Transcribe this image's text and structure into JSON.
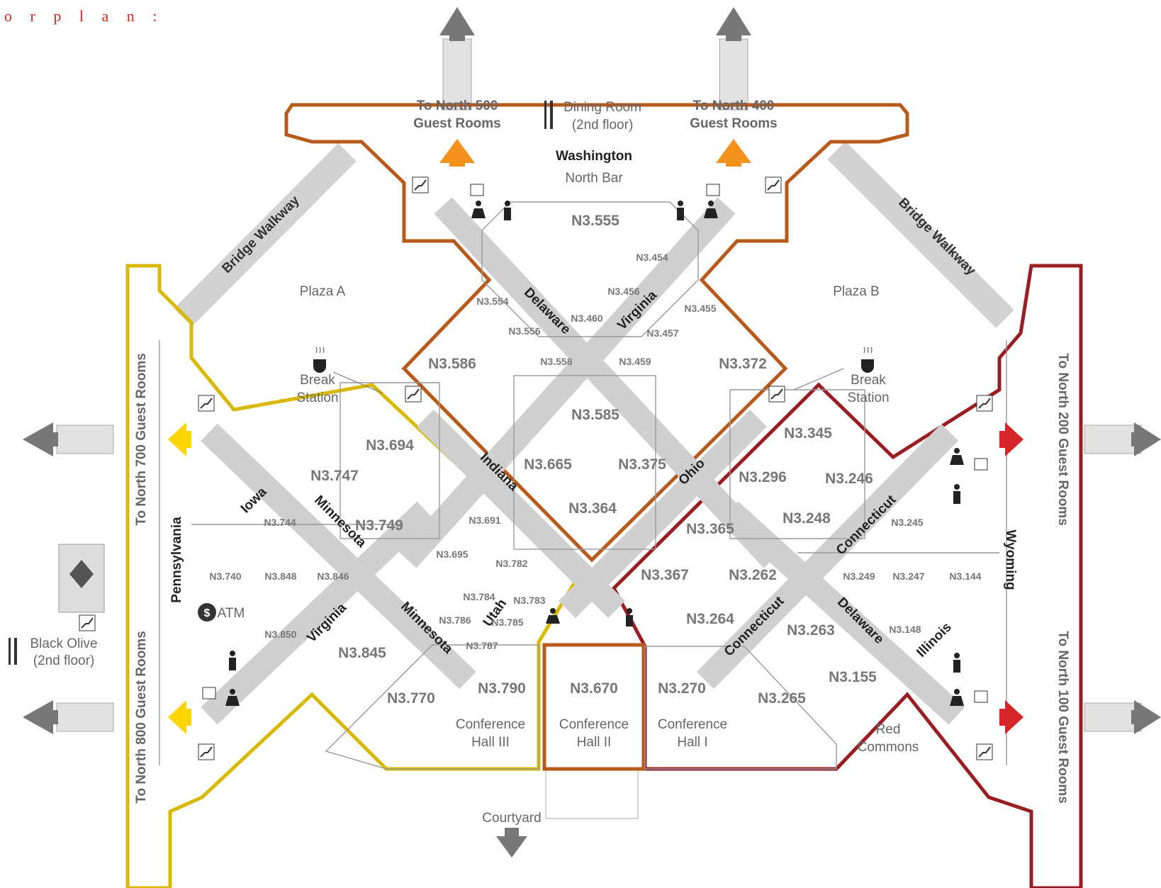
{
  "title_fragment": "o r  p l a n :",
  "colors": {
    "north_wing": "#b85a1c",
    "west_wing": "#d9b800",
    "east_wing": "#9a1d22",
    "corridor": "#cfcfcf",
    "arrow_orange": "#f5921e",
    "arrow_yellow": "#ffd400",
    "arrow_red": "#d7262a",
    "exit_arrow": "#777777"
  },
  "destinations": {
    "north500": [
      "To North 500",
      "Guest Rooms"
    ],
    "north400": [
      "To North 400",
      "Guest Rooms"
    ],
    "north700": "To North 700 Guest Rooms",
    "north800": "To North 800 Guest Rooms",
    "north200": "To North 200 Guest Rooms",
    "north100": "To North 100 Guest Rooms"
  },
  "dining_room": [
    "Dining Room",
    "(2nd floor)"
  ],
  "black_olive": [
    "Black Olive",
    "(2nd floor)"
  ],
  "halls": {
    "washington": "Washington",
    "pennsylvania": "Pennsylvania",
    "wyoming": "Wyoming"
  },
  "places": {
    "north_bar": "North Bar",
    "plaza_a": "Plaza A",
    "plaza_b": "Plaza B",
    "break_station": [
      "Break",
      "Station"
    ],
    "courtyard": "Courtyard",
    "red_commons": [
      "Red",
      "Commons"
    ],
    "atm": "ATM"
  },
  "walkways": [
    "Bridge Walkway",
    "Bridge Walkway"
  ],
  "corridors": {
    "delaware": "Delaware",
    "virginia": "Virginia",
    "indiana": "Indiana",
    "ohio": "Ohio",
    "iowa": "Iowa",
    "minnesota": "Minnesota",
    "utah": "Utah",
    "connecticut": "Connecticut",
    "illinois": "Illinois"
  },
  "rooms": {
    "n3555": "N3.555",
    "n3454": "N3.454",
    "n3456": "N3.456",
    "n3554": "N3.554",
    "n3455": "N3.455",
    "n3460": "N3.460",
    "n3556": "N3.556",
    "n3457": "N3.457",
    "n3586": "N3.586",
    "n3558": "N3.558",
    "n3459": "N3.459",
    "n3372": "N3.372",
    "n3585": "N3.585",
    "n3694": "N3.694",
    "n3345": "N3.345",
    "n3747": "N3.747",
    "n3665": "N3.665",
    "n3375": "N3.375",
    "n3296": "N3.296",
    "n3246": "N3.246",
    "n3749": "N3.749",
    "n3364": "N3.364",
    "n3248": "N3.248",
    "n3744": "N3.744",
    "n3691": "N3.691",
    "n3365": "N3.365",
    "n3245": "N3.245",
    "n3695": "N3.695",
    "n3782": "N3.782",
    "n3740": "N3.740",
    "n3848": "N3.848",
    "n3846": "N3.846",
    "n3367": "N3.367",
    "n3262": "N3.262",
    "n3249": "N3.249",
    "n3247": "N3.247",
    "n3144": "N3.144",
    "n3784": "N3.784",
    "n3783": "N3.783",
    "n3786": "N3.786",
    "n3785": "N3.785",
    "n3264": "N3.264",
    "n3263": "N3.263",
    "n3148": "N3.148",
    "n3850": "N3.850",
    "n3845": "N3.845",
    "n3787": "N3.787",
    "n3155": "N3.155",
    "n3790": "N3.790",
    "n3670": "N3.670",
    "n3270": "N3.270",
    "n3265": "N3.265",
    "n3770": "N3.770"
  },
  "conference_halls": {
    "hall3": [
      "Conference",
      "Hall III"
    ],
    "hall2": [
      "Conference",
      "Hall II"
    ],
    "hall1": [
      "Conference",
      "Hall I"
    ]
  }
}
